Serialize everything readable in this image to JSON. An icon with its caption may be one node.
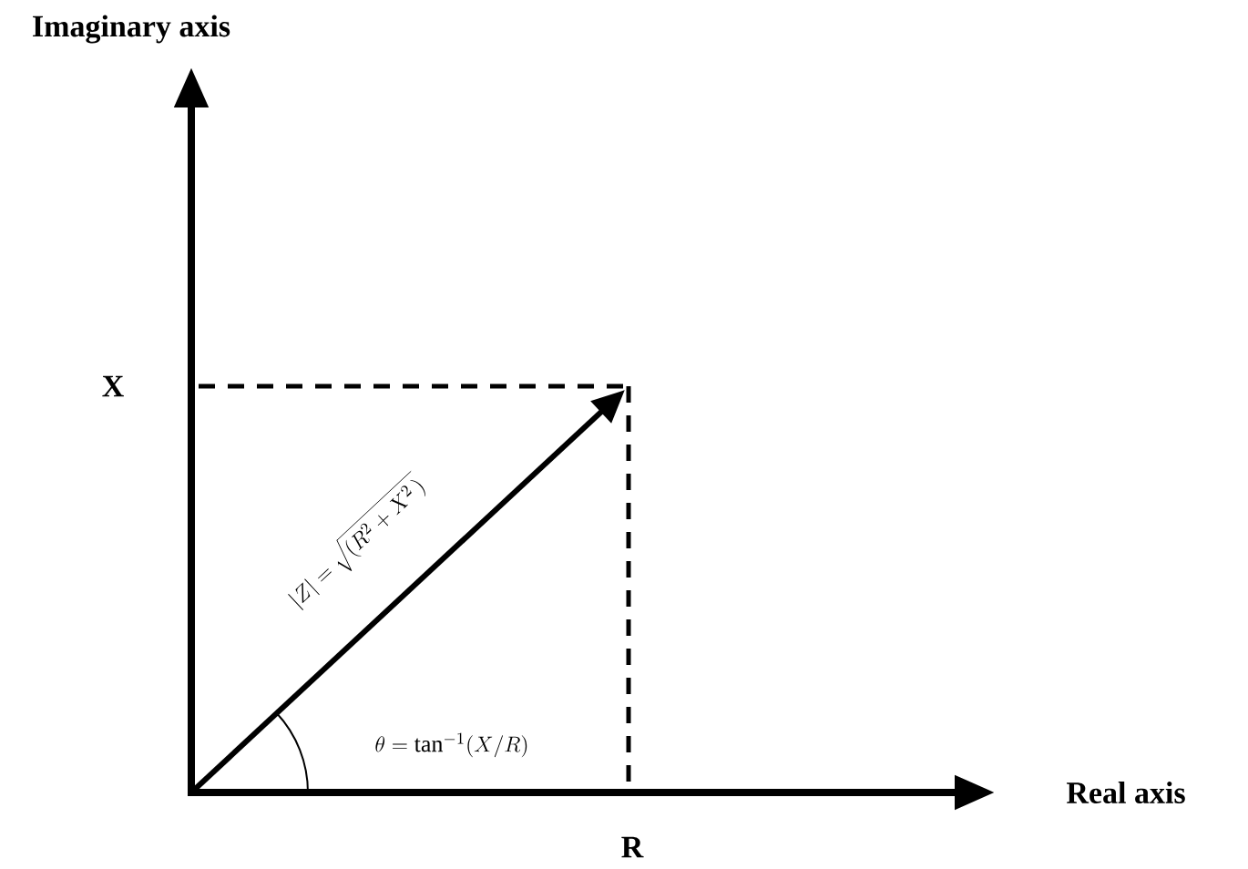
{
  "diagram": {
    "labels": [
      "Imaginary axis",
      "X",
      "|Z| = \\sqrt{(R^2+X^2\\,)}",
      "\\theta = \\tan^{-1}(X/R)",
      "Real axis",
      "R"
    ]
  }
}
